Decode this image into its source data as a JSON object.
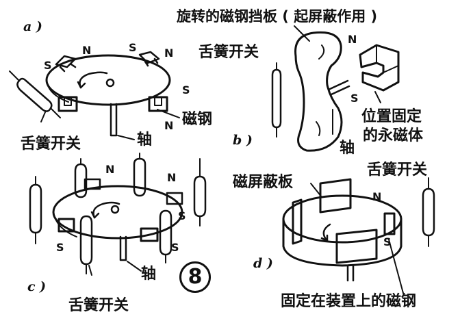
{
  "panel_a": {
    "tag": "a )",
    "reed_switch": "舌簧开关",
    "shaft": "轴",
    "magnet": "磁钢",
    "poles": [
      "N",
      "S",
      "S",
      "S",
      "N",
      "N"
    ]
  },
  "panel_b": {
    "tag": "b )",
    "shield_caption": "旋转的磁钢挡板 ( 起屏蔽作用 )",
    "reed_switch": "舌簧开关",
    "shaft": "轴",
    "magnet_line1": "位置固定",
    "magnet_line2": "的永磁体",
    "poles": [
      "N",
      "S"
    ]
  },
  "panel_c": {
    "tag": "c )",
    "reed_switch": "舌簧开关",
    "shaft": "轴",
    "poles": [
      "N",
      "N",
      "S",
      "S",
      "S"
    ]
  },
  "panel_d": {
    "tag": "d )",
    "shield_plate": "磁屏蔽板",
    "reed_switch": "舌簧开关",
    "fixed_magnet": "固定在装置上的磁钢",
    "poles": [
      "N",
      "S"
    ]
  },
  "figure_number": "8",
  "colors": {
    "ink": "#111111",
    "paper": "#ffffff"
  }
}
